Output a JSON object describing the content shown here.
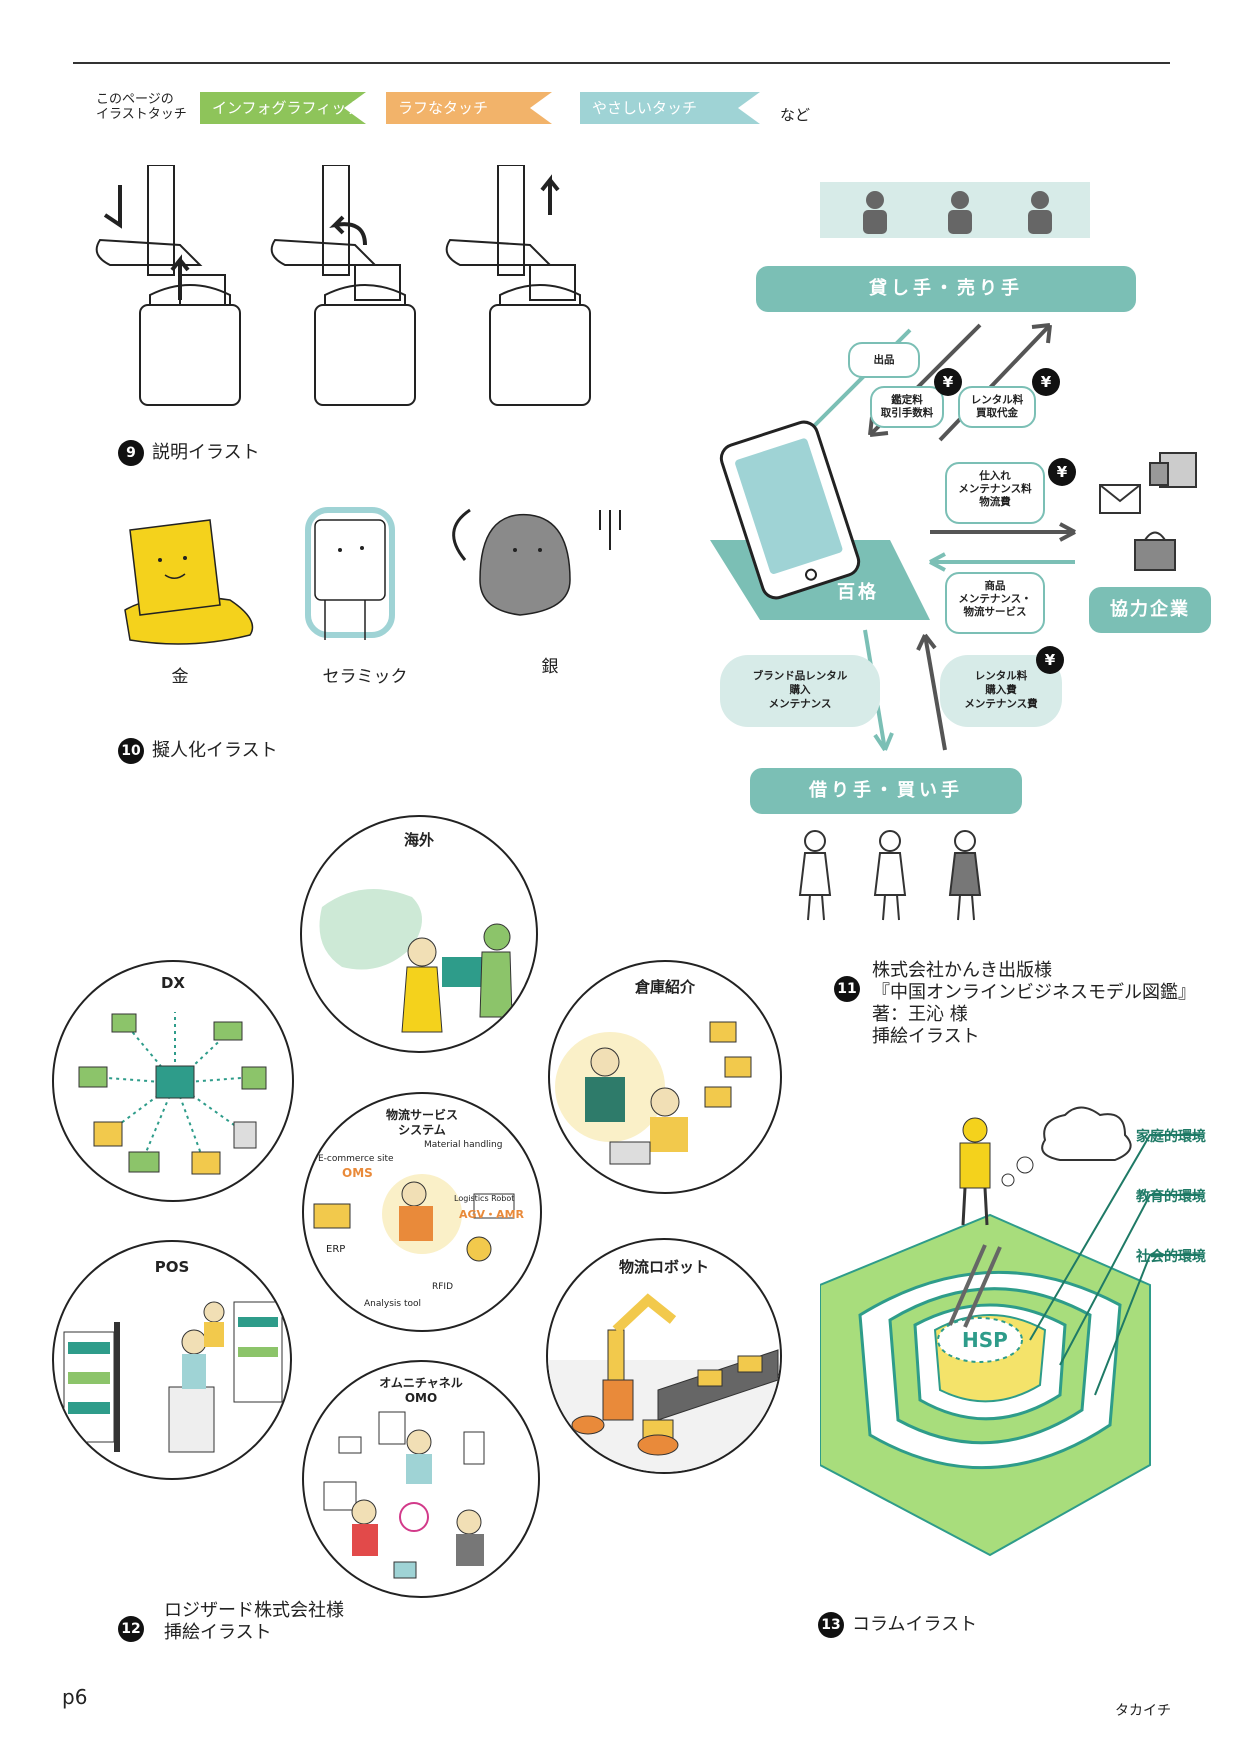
{
  "legend": {
    "label_line1": "このページの",
    "label_line2": "イラストタッチ",
    "tags": [
      "インフォグラフィック",
      "ラフなタッチ",
      "やさしいタッチ"
    ],
    "etc": "など"
  },
  "sections": {
    "s9": {
      "num": "9",
      "title": "説明イラスト"
    },
    "s10": {
      "num": "10",
      "title": "擬人化イラスト",
      "labels": [
        "金",
        "セラミック",
        "銀"
      ]
    },
    "s11": {
      "num": "11",
      "line1": "株式会社かんき出版様",
      "line2": "『中国オンラインビジネスモデル図鑑』",
      "line3": "著：王沁 様",
      "line4": "挿絵イラスト"
    },
    "s12": {
      "num": "12",
      "line1": "ロジザード株式会社様",
      "line2": "挿絵イラスト"
    },
    "s13": {
      "num": "13",
      "title": "コラムイラスト"
    }
  },
  "diagram11": {
    "top_pill": "貸し手・売り手",
    "bottom_pill": "借り手・買い手",
    "center_label": "百格",
    "partner_label": "協力企業",
    "box_shuppin": "出品",
    "box_kanteiryo": "鑑定料\n取引手数料",
    "box_rental_kaitori": "レンタル料\n買取代金",
    "box_shiire": "仕入れ\nメンテナンス料\n物流費",
    "box_shohin": "商品\nメンテナンス・\n物流サービス",
    "blob_left": "ブランド品レンタル\n購入\nメンテナンス",
    "blob_right": "レンタル料\n購入費\nメンテナンス費",
    "yen": "¥"
  },
  "circles12": {
    "kaigai": "海外",
    "souko": "倉庫紹介",
    "dx": "DX",
    "butsuryu_line1": "物流サービス",
    "butsuryu_line2": "システム",
    "material": "Material handling",
    "ecommerce": "E-commerce site",
    "oms": "OMS",
    "logistics": "Logistics Robot",
    "agv": "AGV・AMR",
    "erp": "ERP",
    "rfid": "RFID",
    "analysis": "Analysis tool",
    "pos": "POS",
    "robot": "物流ロボット",
    "omni_line1": "オムニチャネル",
    "omni_line2": "OMO"
  },
  "column13": {
    "labels": [
      "家庭的環境",
      "教育的環境",
      "社会的環境"
    ],
    "center": "HSP"
  },
  "footer": {
    "page": "p6",
    "signature": "タカイチ"
  },
  "colors": {
    "teal": "#7bbfb5",
    "green": "#8ec45a",
    "orange": "#f2b36a",
    "lightblue": "#9fd3d5",
    "gold": "#f4d21c"
  }
}
